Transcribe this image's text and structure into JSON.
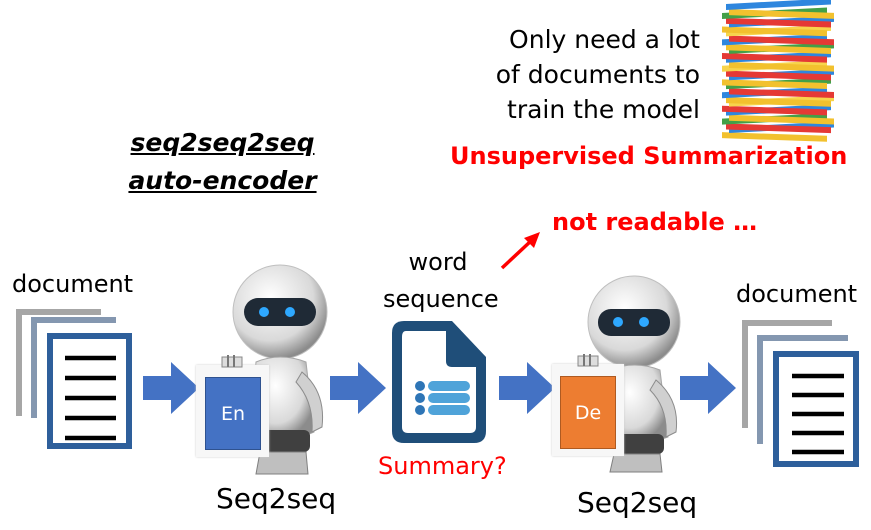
{
  "title": {
    "line1": "seq2seq2seq",
    "line2": "auto-encoder"
  },
  "note": {
    "line1": "Only need a lot",
    "line2": "of documents to",
    "line3": "train the model"
  },
  "headline": "Unsupervised Summarization",
  "annotation": "not readable …",
  "input_document_label": "document",
  "output_document_label": "document",
  "middle": {
    "label_line1": "word",
    "label_line2": "sequence",
    "caption": "Summary?"
  },
  "encoder": {
    "badge": "En",
    "model_label": "Seq2seq",
    "badge_color": "#4472c4"
  },
  "decoder": {
    "badge": "De",
    "model_label": "Seq2seq",
    "badge_color": "#ed7d31"
  },
  "colors": {
    "arrow": "#4472c4",
    "accent_red": "#ff0000",
    "doc_frame": "#2e5f9b"
  }
}
